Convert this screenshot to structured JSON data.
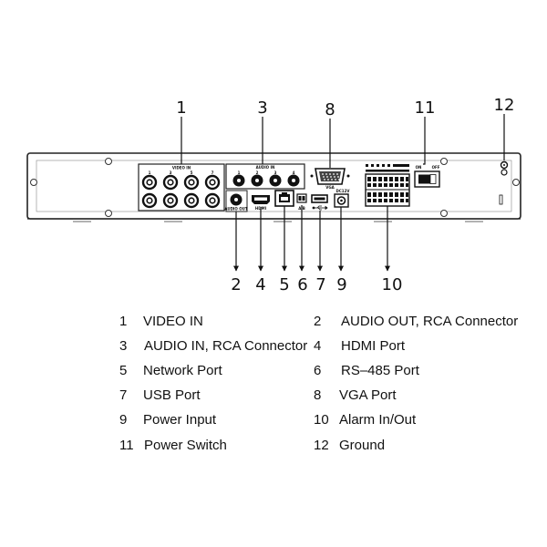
{
  "panel_labels": {
    "video_in": "VIDEO IN",
    "audio_in": "AUDIO IN",
    "audio_out": "AUDIO OUT",
    "hdmi": "HDMI",
    "ab": "A/B",
    "vga": "VGA",
    "power_rating": "DC12V",
    "switch_on": "ON",
    "switch_off": "OFF",
    "video_port_numbers": [
      "1",
      "3",
      "5",
      "7"
    ],
    "audio_port_numbers": [
      "1",
      "2",
      "3",
      "4"
    ]
  },
  "callouts": [
    "1",
    "2",
    "3",
    "4",
    "5",
    "6",
    "7",
    "8",
    "9",
    "10",
    "11",
    "12"
  ],
  "legend": [
    {
      "num": "1",
      "label": "VIDEO IN"
    },
    {
      "num": "2",
      "label": "AUDIO OUT, RCA Connector"
    },
    {
      "num": "3",
      "label": "AUDIO IN, RCA Connector"
    },
    {
      "num": "4",
      "label": "HDMI Port"
    },
    {
      "num": "5",
      "label": "Network Port"
    },
    {
      "num": "6",
      "label": "RS–485 Port"
    },
    {
      "num": "7",
      "label": "USB Port"
    },
    {
      "num": "8",
      "label": "VGA Port"
    },
    {
      "num": "9",
      "label": "Power Input"
    },
    {
      "num": "10",
      "label": "Alarm In/Out"
    },
    {
      "num": "11",
      "label": "Power Switch"
    },
    {
      "num": "12",
      "label": "Ground"
    }
  ]
}
